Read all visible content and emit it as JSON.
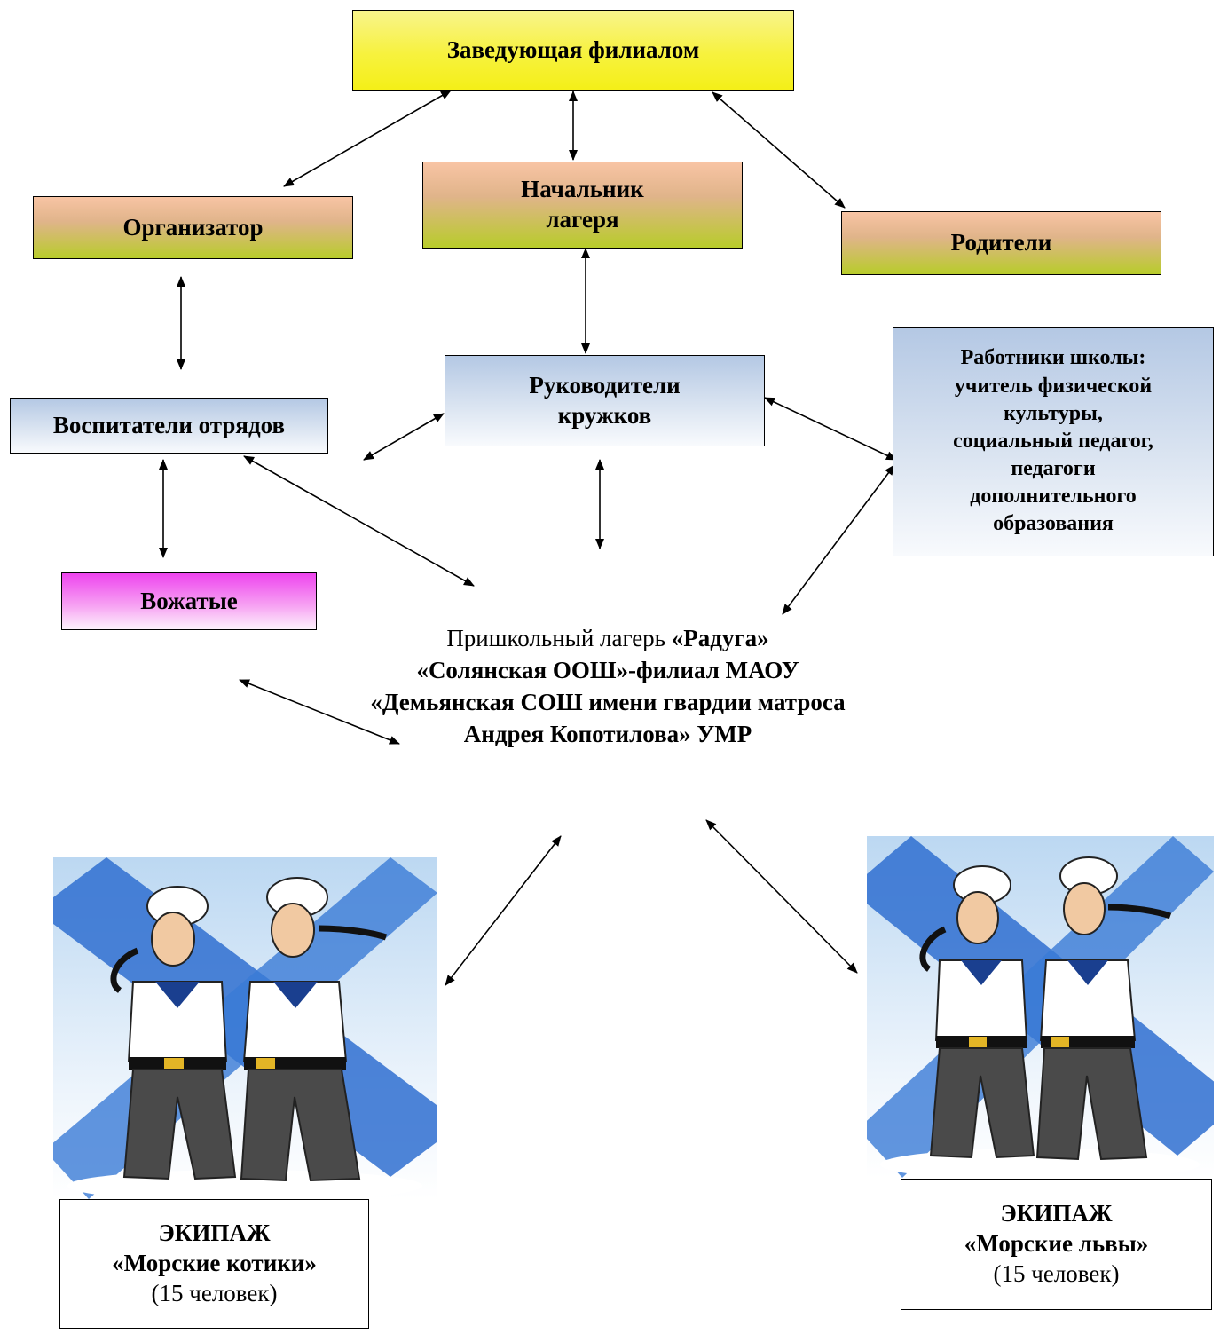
{
  "head": "Заведующая филиалом",
  "organizer": "Организатор",
  "camp_chief": [
    "Начальник",
    "лагеря"
  ],
  "parents": "Родители",
  "school_staff": [
    "Работники школы:",
    "учитель физической",
    "культуры,",
    "социальный педагог,",
    "педагоги",
    "дополнительного",
    "образования"
  ],
  "club_leaders": [
    "Руководители",
    "кружков"
  ],
  "educators": "Воспитатели отрядов",
  "counselors": "Вожатые",
  "center": {
    "prefix": "Пришкольный лагерь ",
    "camp_name": "«Радуга»",
    "line2": "«Солянская ООШ»-филиал МАОУ",
    "line3": "«Демьянская СОШ имени гвардии матроса",
    "line4": "Андрея Копотилова» УМР"
  },
  "crew_left": {
    "title": "ЭКИПАЖ",
    "name": "«Морские котики»",
    "count": "(15 человек)"
  },
  "crew_right": {
    "title": "ЭКИПАЖ",
    "name": "«Морские львы»",
    "count": "(15 человек)"
  },
  "colors": {
    "flag_blue": "#2f6fd0",
    "flag_sky": "#cfe4f7",
    "yellow": "#f4ef18",
    "pink": "#ee44ee"
  }
}
